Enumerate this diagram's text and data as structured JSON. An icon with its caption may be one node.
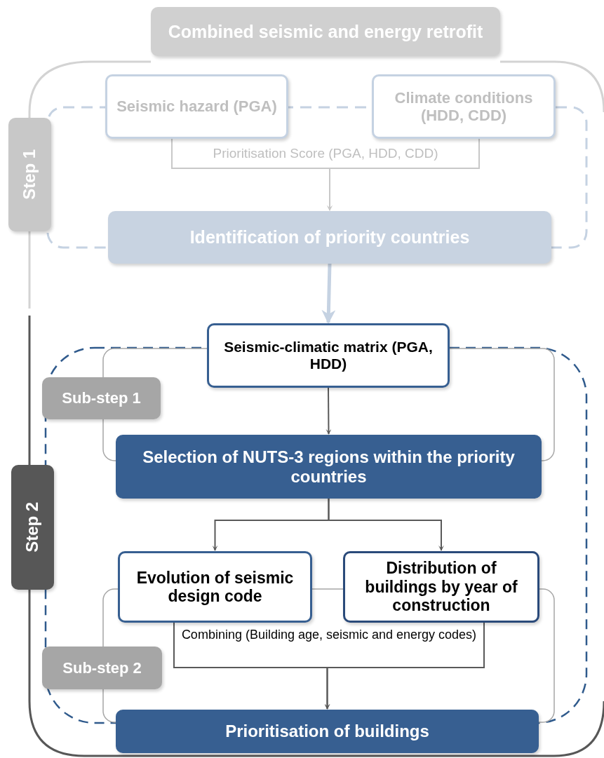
{
  "diagram": {
    "nodes": [
      {
        "text": [
          "Combined seismic and energy retrofit"
        ]
      },
      {
        "text": [
          "Step 1"
        ]
      },
      {
        "text": [
          "Seismic hazard (PGA)"
        ]
      },
      {
        "text": [
          "Climate conditions (HDD, CDD)"
        ]
      },
      {
        "text": [
          "Identification of priority countries"
        ]
      },
      {
        "text": [
          "Step 2"
        ]
      },
      {
        "text": [
          "Seismic-climatic matrix (PGA, HDD)"
        ]
      },
      {
        "text": [
          "Sub-step 1"
        ]
      },
      {
        "text": [
          "Selection of NUTS-3 regions within the priority countries"
        ]
      },
      {
        "text": [
          "Evolution of seismic design code"
        ]
      },
      {
        "text": [
          "Distribution of buildings by year of construction"
        ]
      },
      {
        "text": [
          "Sub-step 2"
        ]
      },
      {
        "text": [
          "Prioritisation of buildings"
        ]
      }
    ],
    "edges": [
      {
        "from": 2,
        "to": 4,
        "arrow": "to",
        "label": "Prioritisation Score (PGA, HDD, CDD)",
        "color": "#c8c8c8"
      },
      {
        "from": 3,
        "to": 4,
        "arrow": "to",
        "color": "#c8c8c8"
      },
      {
        "from": 4,
        "to": 6,
        "arrow": "to",
        "style": "thick",
        "color": "#c5d2e2"
      },
      {
        "from": 6,
        "to": 8,
        "arrow": "to"
      },
      {
        "from": 8,
        "to": 9,
        "arrow": "to"
      },
      {
        "from": 8,
        "to": 10,
        "arrow": "to"
      },
      {
        "from": 9,
        "to": 12,
        "arrow": "to",
        "label": "Combining (Building age, seismic and energy codes)"
      },
      {
        "from": 10,
        "to": 12,
        "arrow": "to"
      }
    ]
  }
}
